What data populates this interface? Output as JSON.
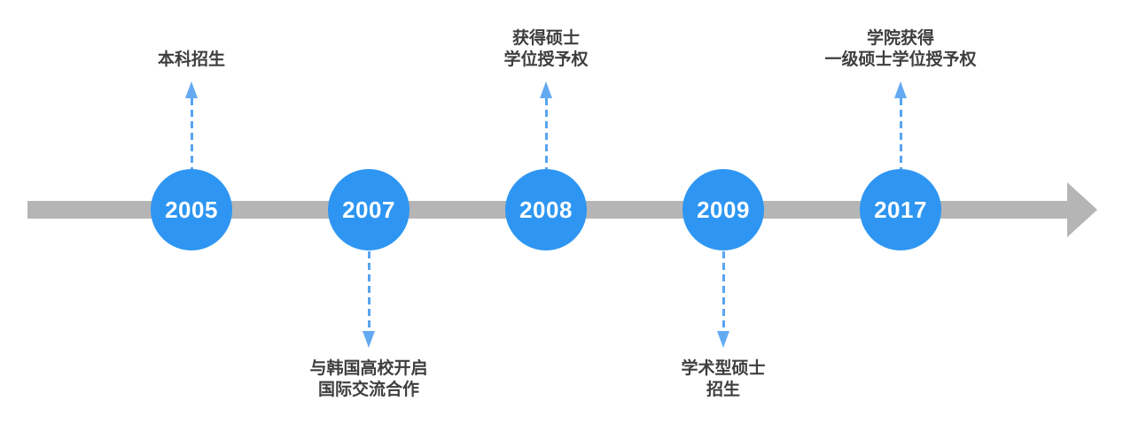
{
  "timeline": {
    "axis": {
      "direction": "left-to-right",
      "color": "#b5b5b5"
    },
    "node_color": "#2e96f2",
    "connector_color": "#57a4f0",
    "year_text_color": "#ffffff",
    "label_text_color": "#3e3e3e",
    "nodes": [
      {
        "year": "2005",
        "side": "up",
        "label_lines": [
          "本科招生"
        ]
      },
      {
        "year": "2007",
        "side": "down",
        "label_lines": [
          "与韩国高校开启",
          "国际交流合作"
        ]
      },
      {
        "year": "2008",
        "side": "up",
        "label_lines": [
          "获得硕士",
          "学位授予权"
        ]
      },
      {
        "year": "2009",
        "side": "down",
        "label_lines": [
          "学术型硕士",
          "招生"
        ]
      },
      {
        "year": "2017",
        "side": "up",
        "label_lines": [
          "学院获得",
          "一级硕士学位授予权"
        ]
      }
    ]
  }
}
